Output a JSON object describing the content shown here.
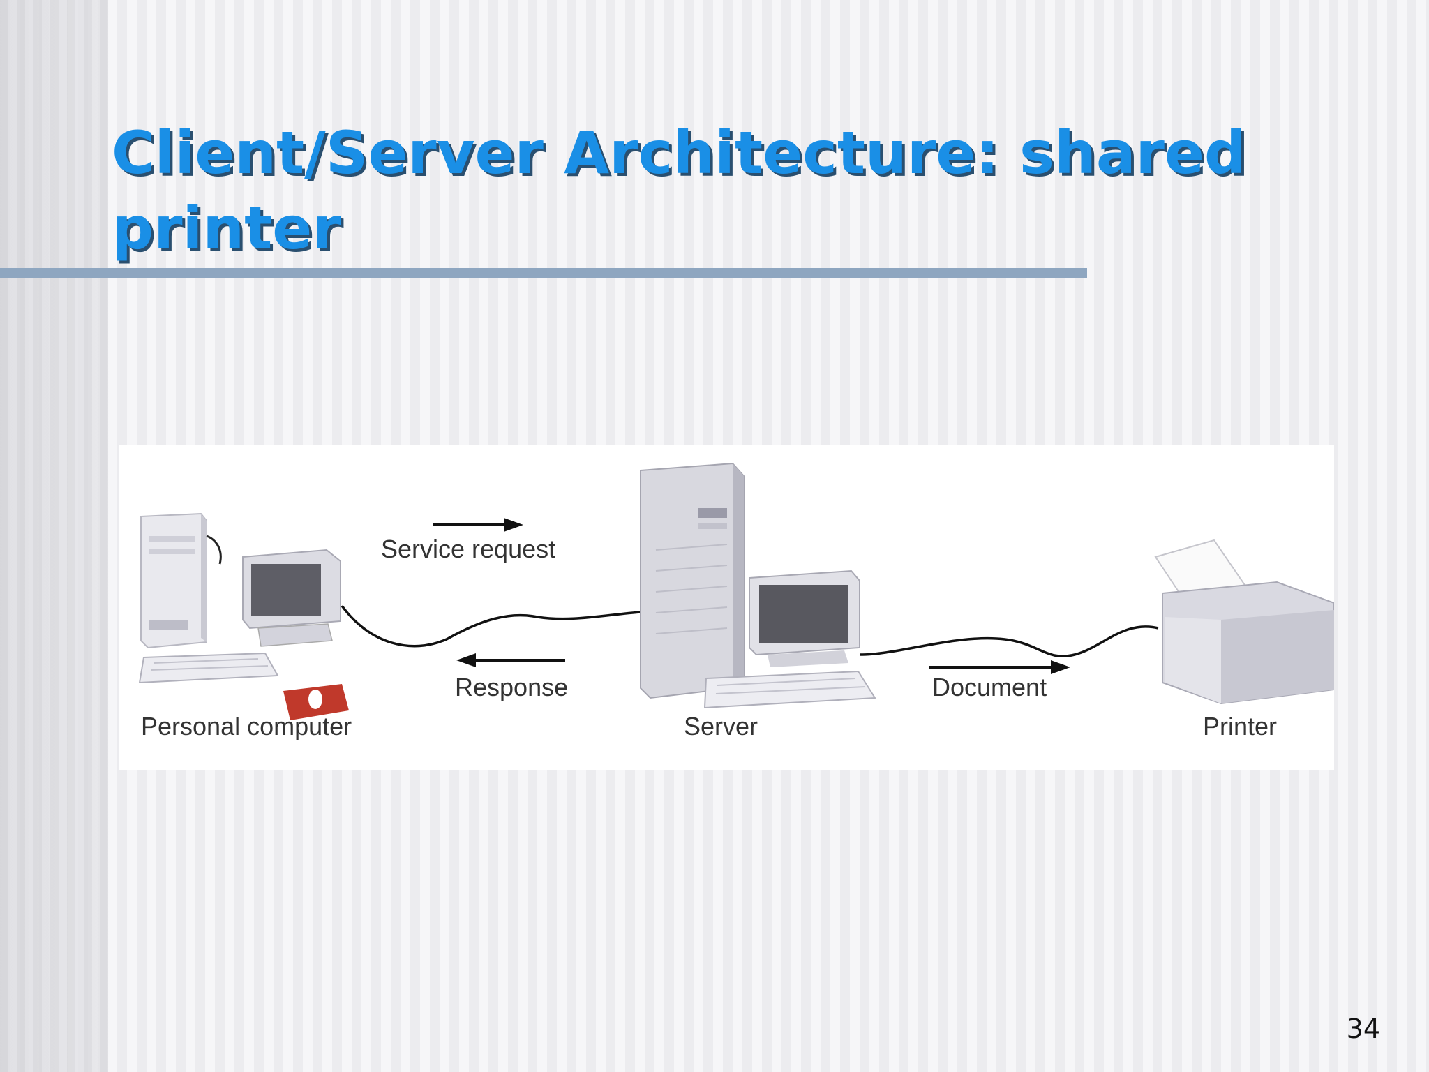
{
  "slide": {
    "title": "Client/Server Architecture: shared printer",
    "page_number": "34"
  },
  "diagram": {
    "nodes": {
      "client": "Personal computer",
      "server": "Server",
      "printer": "Printer"
    },
    "flows": {
      "request": "Service request",
      "response": "Response",
      "document": "Document"
    }
  },
  "colors": {
    "title": "#1a8fe6",
    "title_shadow": "#2a4f6f",
    "rule": "#8ea6c0"
  }
}
